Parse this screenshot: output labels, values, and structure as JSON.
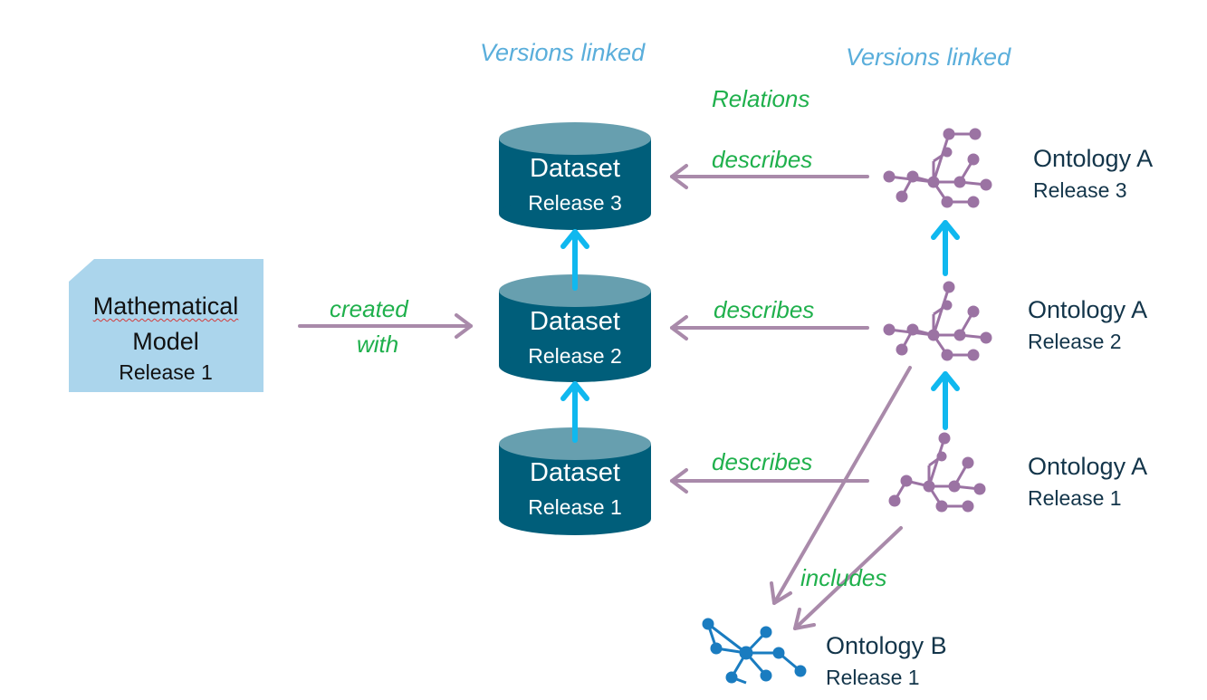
{
  "headings": {
    "datasets_versions": "Versions linked",
    "ontology_versions": "Versions linked",
    "relations": "Relations"
  },
  "model": {
    "line1": "Mathematical",
    "line2": "Model",
    "line3": "Release 1"
  },
  "datasets": [
    {
      "name": "Dataset",
      "release": "Release 3"
    },
    {
      "name": "Dataset",
      "release": "Release 2"
    },
    {
      "name": "Dataset",
      "release": "Release 1"
    }
  ],
  "ontology_a": [
    {
      "name": "Ontology A",
      "release": "Release 3"
    },
    {
      "name": "Ontology A",
      "release": "Release 2"
    },
    {
      "name": "Ontology A",
      "release": "Release 1"
    }
  ],
  "ontology_b": {
    "name": "Ontology B",
    "release": "Release 1"
  },
  "relations": {
    "created_with_1": "created",
    "created_with_2": "with",
    "describes": [
      "describes",
      "describes",
      "describes"
    ],
    "includes": "includes"
  },
  "colors": {
    "dataset_body": "#005e7a",
    "dataset_top": "#679faf",
    "model_fill": "#abd5ec",
    "relation_arrow": "#a98aaa",
    "version_arrow": "#10b8ef",
    "ontology_a": "#9b73a3",
    "ontology_b": "#1a7cc0",
    "relation_text": "#1fb04c",
    "heading_text": "#5aaedb"
  },
  "icons": {
    "ontology_a": "tree-graph-icon",
    "ontology_b": "network-graph-icon"
  }
}
